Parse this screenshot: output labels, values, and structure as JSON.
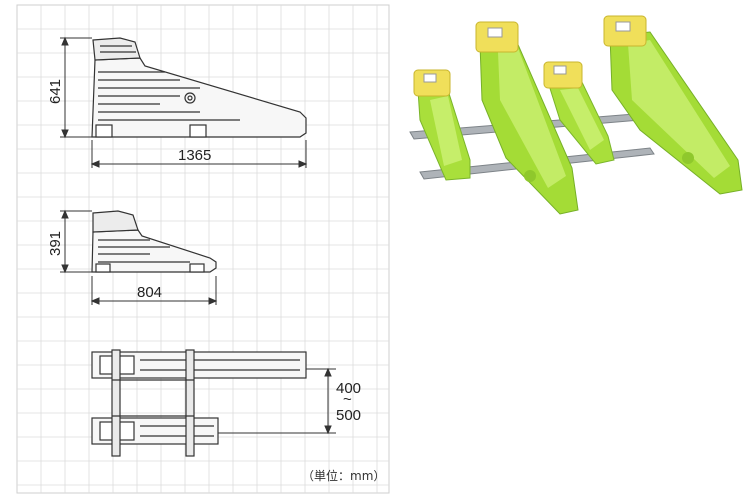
{
  "drawing": {
    "side_view_large": {
      "height_label": "641",
      "length_label": "1365"
    },
    "side_view_small": {
      "height_label": "391",
      "length_label": "804"
    },
    "top_view": {
      "spacing_top": "400",
      "spacing_tilde": "~",
      "spacing_bottom": "500"
    },
    "unit_note": "（単位：mm）"
  },
  "photo": {
    "product_color": "#a6e03a",
    "cap_color": "#f2e15a",
    "rail_color": "#9aa0a6"
  }
}
